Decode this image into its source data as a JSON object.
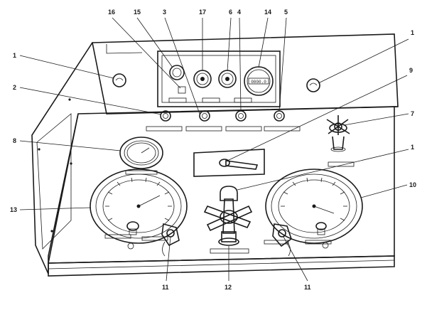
{
  "diagram": {
    "callouts": [
      {
        "id": "c1-left-light",
        "label": "1"
      },
      {
        "id": "c1-right-light",
        "label": "1"
      },
      {
        "id": "c1-right-valve",
        "label": "1"
      },
      {
        "id": "c1-center-valve",
        "label": "1"
      },
      {
        "id": "c2",
        "label": "2"
      },
      {
        "id": "c3",
        "label": "3"
      },
      {
        "id": "c4",
        "label": "4"
      },
      {
        "id": "c5",
        "label": "5"
      },
      {
        "id": "c6",
        "label": "6"
      },
      {
        "id": "c7",
        "label": "7"
      },
      {
        "id": "c8",
        "label": "8"
      },
      {
        "id": "c9",
        "label": "9"
      },
      {
        "id": "c10",
        "label": "10"
      },
      {
        "id": "c11-left",
        "label": "11"
      },
      {
        "id": "c11-right",
        "label": "11"
      },
      {
        "id": "c12",
        "label": "12"
      },
      {
        "id": "c13",
        "label": "13"
      },
      {
        "id": "c14",
        "label": "14"
      },
      {
        "id": "c15",
        "label": "15"
      },
      {
        "id": "c16",
        "label": "16"
      },
      {
        "id": "c17",
        "label": "17"
      }
    ],
    "hourmeter_text": "0000.0"
  }
}
